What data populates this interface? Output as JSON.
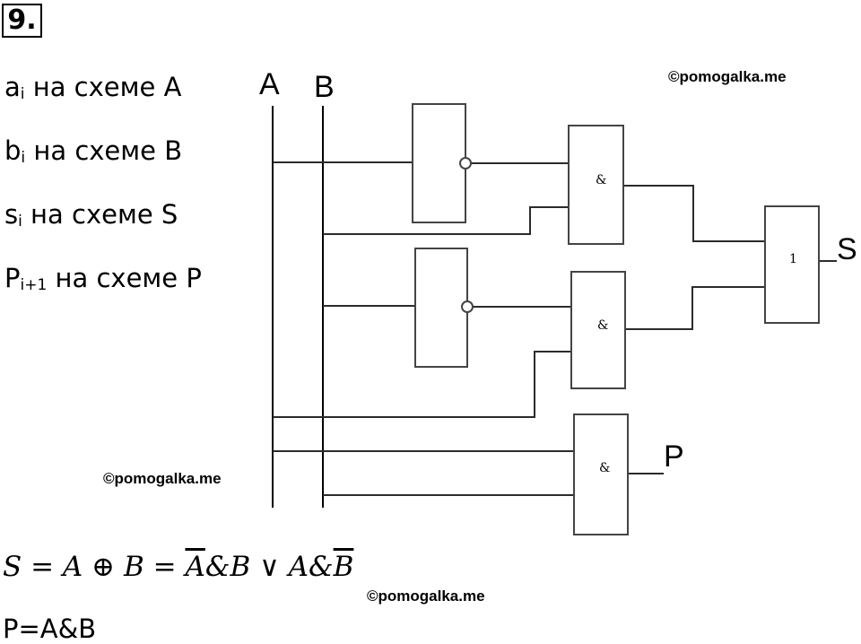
{
  "task_number": "9.",
  "legend": [
    {
      "var": "a",
      "sub": "i",
      "text": " на схеме A"
    },
    {
      "var": "b",
      "sub": "i",
      "text": " на схеме B"
    },
    {
      "var": "s",
      "sub": "i",
      "text": " на схеме S"
    },
    {
      "var": "P",
      "sub": "i+1",
      "text": " на схеме P"
    }
  ],
  "watermark": "©pomogalka.me",
  "diagram": {
    "input_a": "A",
    "input_b": "B",
    "output_s": "S",
    "output_p": "P",
    "and_symbol": "&",
    "or_symbol": "1"
  },
  "formulas": {
    "s_left": "S = A ⊕ B = ",
    "s_nota": "A",
    "s_mid": "&B ∨ A&",
    "s_notb": "B",
    "p": "P=A&B"
  }
}
